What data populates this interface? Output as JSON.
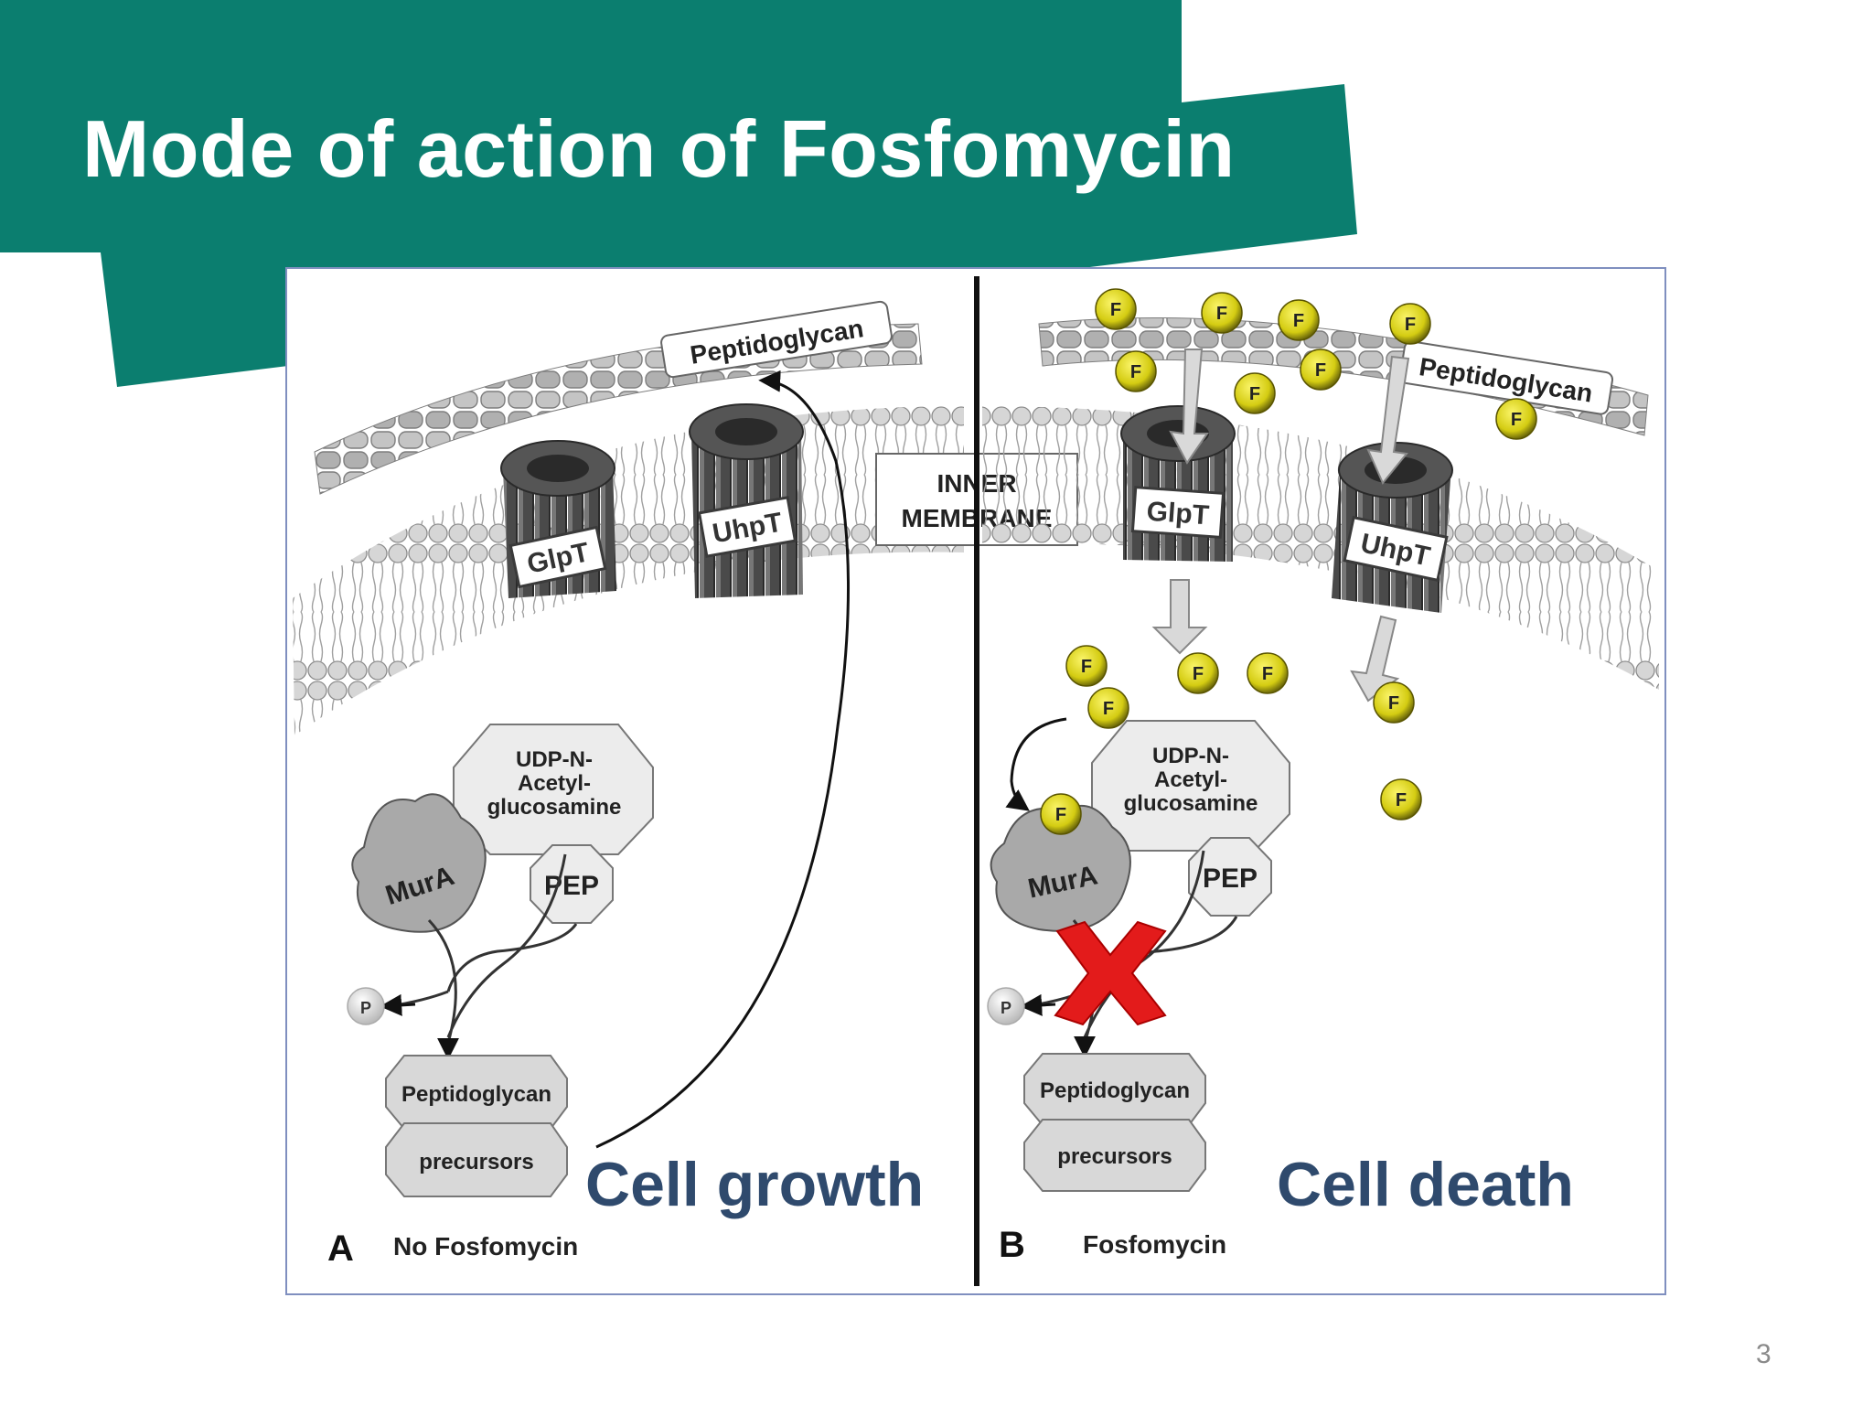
{
  "slide": {
    "title": "Mode of action of Fosfomycin",
    "page_number": "3"
  },
  "colors": {
    "header": "#0b7e6f",
    "frame_border": "#7f8fbf",
    "caption_blue": "#2f4a6d",
    "fosfomycin_ball": "#d7d11a",
    "cross": "#e31b1b"
  },
  "figure": {
    "panel_a": {
      "letter": "A",
      "caption": "No Fosfomycin",
      "peptidoglycan_label": "Peptidoglycan",
      "glpt_label": "GlpT",
      "uhpt_label": "UhpT",
      "inner_membrane_line1": "INNER",
      "inner_membrane_line2": "MEMBRANE",
      "udp_line1": "UDP-N-",
      "udp_line2": "Acetyl-",
      "udp_line3": "glucosamine",
      "mura_label": "MurA",
      "pep_label": "PEP",
      "phosphate_label": "P",
      "precursor_line1": "Peptidoglycan",
      "precursor_line2": "precursors",
      "outcome": "Cell growth"
    },
    "panel_b": {
      "letter": "B",
      "caption": "Fosfomycin",
      "peptidoglycan_label": "Peptidoglycan",
      "glpt_label": "GlpT",
      "uhpt_label": "UhpT",
      "udp_line1": "UDP-N-",
      "udp_line2": "Acetyl-",
      "udp_line3": "glucosamine",
      "mura_label": "MurA",
      "pep_label": "PEP",
      "phosphate_label": "P",
      "precursor_line1": "Peptidoglycan",
      "precursor_line2": "precursors",
      "outcome": "Cell death",
      "fosfomycin_marker": "F"
    }
  }
}
